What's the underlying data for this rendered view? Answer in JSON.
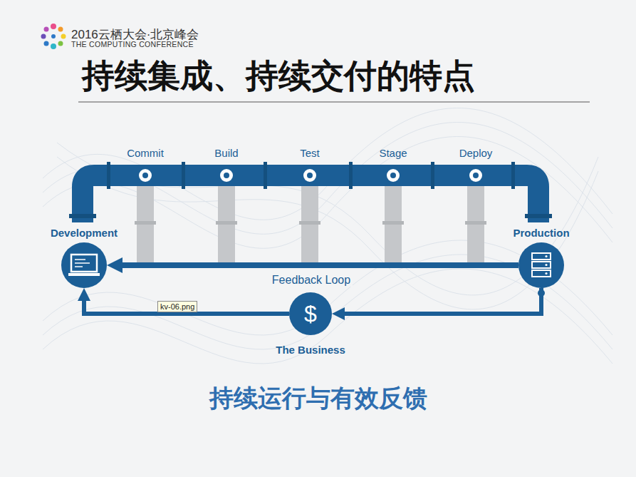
{
  "diagram": {
    "title": "持续集成、持续交付的特点",
    "caption": "持续运行与有效反馈",
    "nodes": [
      {
        "text": [
          "Development"
        ]
      },
      {
        "text": [
          "Production"
        ]
      },
      {
        "text": [
          "$",
          "The Business"
        ]
      }
    ],
    "edges": [
      {
        "from": 1,
        "to": 0,
        "arrow": "to",
        "label": "Feedback Loop"
      },
      {
        "from": 1,
        "to": 2,
        "arrow": "to"
      },
      {
        "from": 2,
        "to": 0,
        "arrow": "to"
      }
    ],
    "labels": [
      "2016云栖大会·北京峰会",
      "THE COMPUTING CONFERENCE",
      "Commit",
      "Build",
      "Test",
      "Stage",
      "Deploy",
      "kv-06.png"
    ]
  }
}
